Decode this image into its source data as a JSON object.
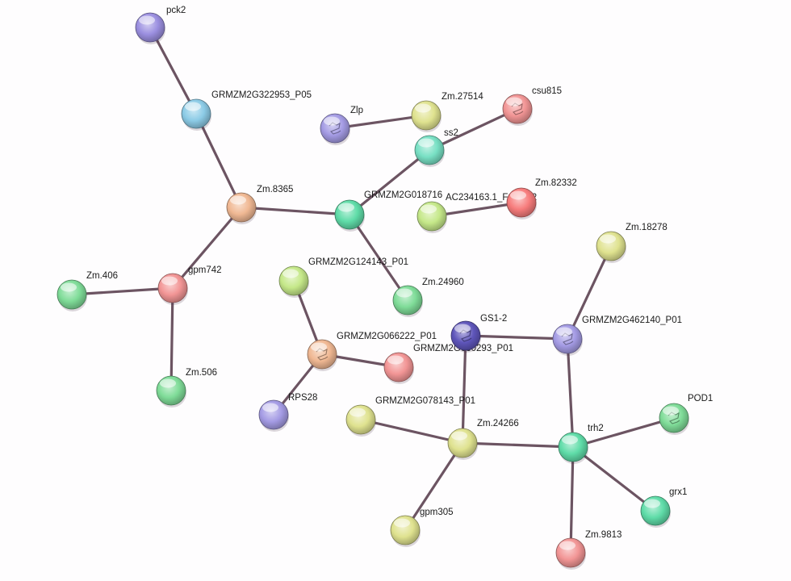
{
  "colors": {
    "purple": "#9b8fe0",
    "blue": "#8ccbe6",
    "salmon": "#f0b893",
    "mint": "#5fdca8",
    "green": "#7fdc98",
    "lime": "#c5e889",
    "khaki": "#dfe28f",
    "teal": "#78e0c4",
    "red": "#f29595",
    "brightred": "#f77c7c",
    "lavender": "#a49be4",
    "navy": "#5e55ba",
    "edge": "#6c5462"
  },
  "nodes": [
    {
      "id": "pck2",
      "label": "pck2",
      "color": "purple",
      "structure": false
    },
    {
      "id": "GRMZM2G322953_P05",
      "label": "GRMZM2G322953_P05",
      "color": "blue",
      "structure": false
    },
    {
      "id": "Zm.8365",
      "label": "Zm.8365",
      "color": "salmon",
      "structure": false
    },
    {
      "id": "gpm742",
      "label": "gpm742",
      "color": "red",
      "structure": false
    },
    {
      "id": "Zm.406",
      "label": "Zm.406",
      "color": "green",
      "structure": false
    },
    {
      "id": "Zm.506",
      "label": "Zm.506",
      "color": "green",
      "structure": false
    },
    {
      "id": "Zlp",
      "label": "Zlp",
      "color": "lavender",
      "structure": true
    },
    {
      "id": "Zm.27514",
      "label": "Zm.27514",
      "color": "khaki",
      "structure": false
    },
    {
      "id": "csu815",
      "label": "csu815",
      "color": "red",
      "structure": true
    },
    {
      "id": "ss2",
      "label": "ss2",
      "color": "teal",
      "structure": false
    },
    {
      "id": "GRMZM2G018716",
      "label": "GRMZM2G018716",
      "color": "mint",
      "structure": false
    },
    {
      "id": "AC234163.1_FGP002",
      "label": "AC234163.1_FGP002",
      "color": "lime",
      "structure": false
    },
    {
      "id": "Zm.82332",
      "label": "Zm.82332",
      "color": "brightred",
      "structure": false
    },
    {
      "id": "Zm.24960",
      "label": "Zm.24960",
      "color": "green",
      "structure": false
    },
    {
      "id": "GRMZM2G124143_P01",
      "label": "GRMZM2G124143_P01",
      "color": "lime",
      "structure": false
    },
    {
      "id": "GRMZM2G066222_P01",
      "label": "GRMZM2G066222_P01",
      "color": "salmon",
      "structure": true
    },
    {
      "id": "GRMZM2G030293_P01",
      "label": "GRMZM2G030293_P01",
      "color": "red",
      "structure": false
    },
    {
      "id": "RPS28",
      "label": "RPS28",
      "color": "lavender",
      "structure": false
    },
    {
      "id": "Zm.18278",
      "label": "Zm.18278",
      "color": "khaki",
      "structure": false
    },
    {
      "id": "GS1-2",
      "label": "GS1-2",
      "color": "navy",
      "structure": true
    },
    {
      "id": "GRMZM2G462140_P01",
      "label": "GRMZM2G462140_P01",
      "color": "lavender",
      "structure": true
    },
    {
      "id": "GRMZM2G078143_P01",
      "label": "GRMZM2G078143_P01",
      "color": "khaki",
      "structure": false
    },
    {
      "id": "Zm.24266",
      "label": "Zm.24266",
      "color": "khaki",
      "structure": false
    },
    {
      "id": "trh2",
      "label": "trh2",
      "color": "mint",
      "structure": false
    },
    {
      "id": "POD1",
      "label": "POD1",
      "color": "green",
      "structure": true
    },
    {
      "id": "gpm305",
      "label": "gpm305",
      "color": "khaki",
      "structure": false
    },
    {
      "id": "grx1",
      "label": "grx1",
      "color": "mint",
      "structure": false
    },
    {
      "id": "Zm.9813",
      "label": "Zm.9813",
      "color": "red",
      "structure": false
    }
  ],
  "edges": [
    [
      "pck2",
      "GRMZM2G322953_P05"
    ],
    [
      "GRMZM2G322953_P05",
      "Zm.8365"
    ],
    [
      "Zm.8365",
      "gpm742"
    ],
    [
      "Zm.8365",
      "GRMZM2G018716"
    ],
    [
      "gpm742",
      "Zm.406"
    ],
    [
      "gpm742",
      "Zm.506"
    ],
    [
      "Zlp",
      "Zm.27514"
    ],
    [
      "csu815",
      "ss2"
    ],
    [
      "ss2",
      "GRMZM2G018716"
    ],
    [
      "GRMZM2G018716",
      "Zm.24960"
    ],
    [
      "AC234163.1_FGP002",
      "Zm.82332"
    ],
    [
      "GRMZM2G124143_P01",
      "GRMZM2G066222_P01"
    ],
    [
      "GRMZM2G066222_P01",
      "GRMZM2G030293_P01"
    ],
    [
      "GRMZM2G066222_P01",
      "RPS28"
    ],
    [
      "GS1-2",
      "GRMZM2G462140_P01"
    ],
    [
      "GS1-2",
      "Zm.24266"
    ],
    [
      "Zm.18278",
      "GRMZM2G462140_P01"
    ],
    [
      "GRMZM2G462140_P01",
      "trh2"
    ],
    [
      "GRMZM2G078143_P01",
      "Zm.24266"
    ],
    [
      "Zm.24266",
      "trh2"
    ],
    [
      "Zm.24266",
      "gpm305"
    ],
    [
      "trh2",
      "POD1"
    ],
    [
      "trh2",
      "grx1"
    ],
    [
      "trh2",
      "Zm.9813"
    ]
  ]
}
